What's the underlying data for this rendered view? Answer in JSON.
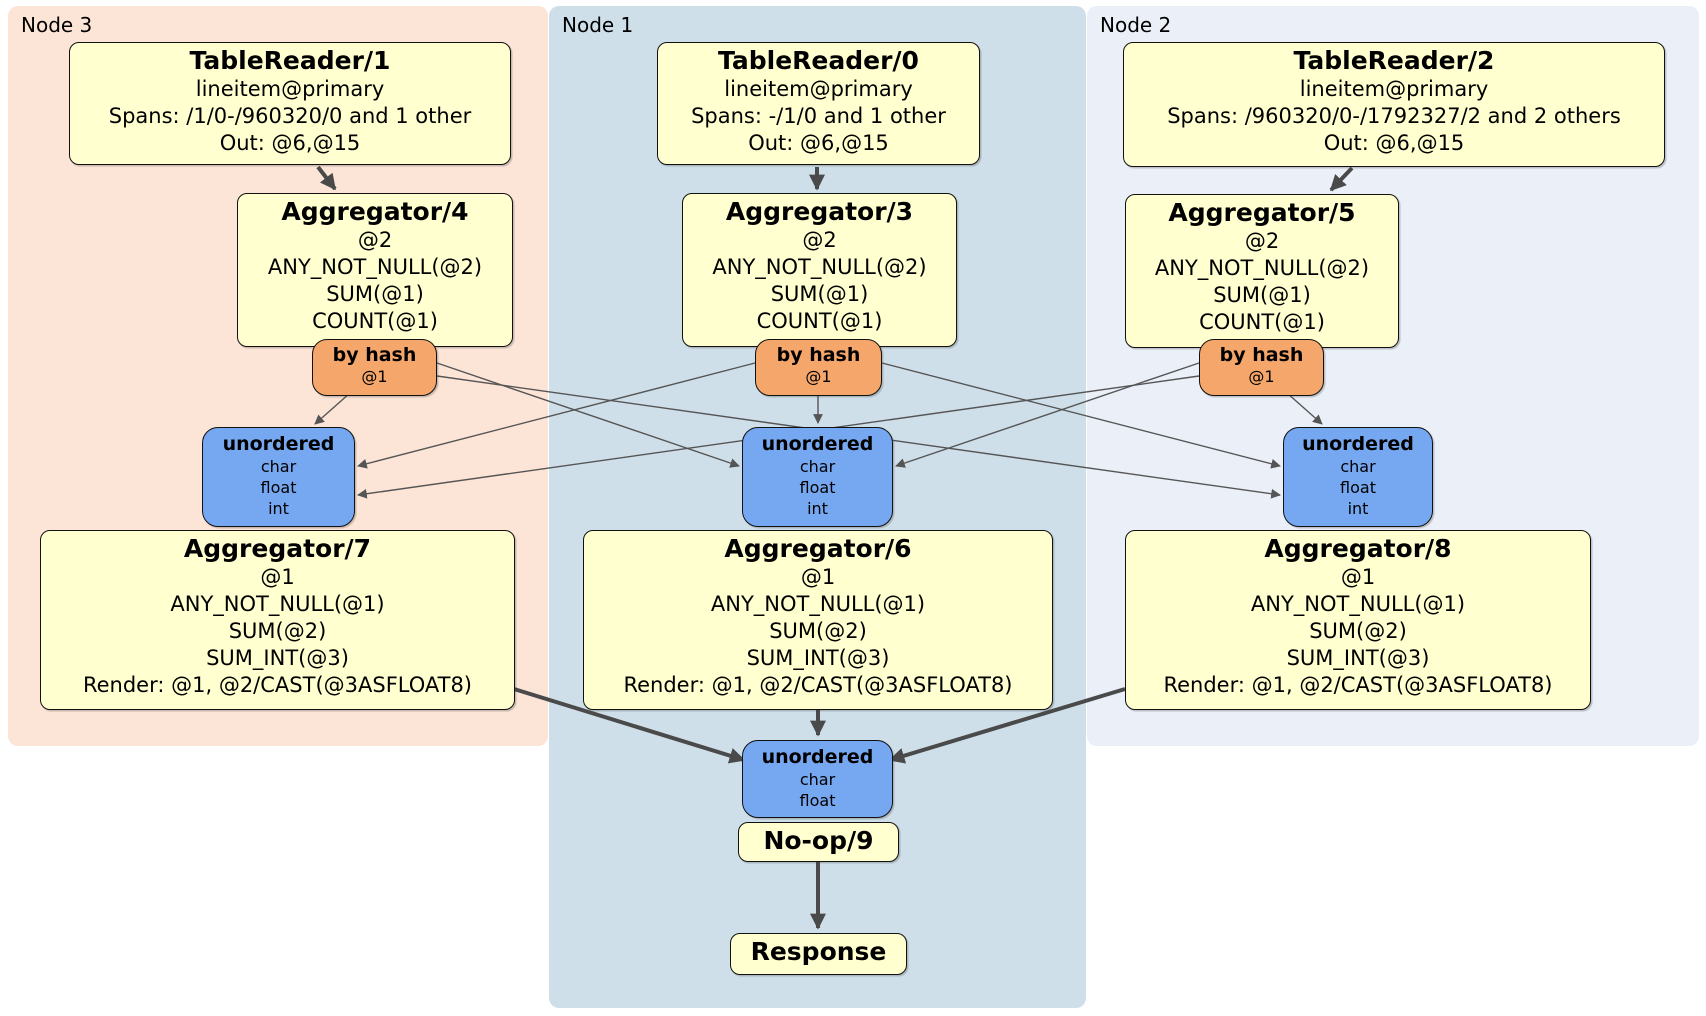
{
  "regions": {
    "node3": {
      "label": "Node 3",
      "color": "#fce4d6"
    },
    "node1": {
      "label": "Node 1",
      "color": "#cfdfe9"
    },
    "node2": {
      "label": "Node 2",
      "color": "#eaeff8"
    }
  },
  "colors": {
    "processor_fill": "#ffffcf",
    "router_fill": "#f5a66a",
    "sync_fill": "#76a7f1",
    "edge": "#4a4a4a"
  },
  "nodes": {
    "tr1": {
      "title": "TableReader/1",
      "lines": [
        "lineitem@primary",
        "Spans: /1/0-/960320/0 and 1 other",
        "Out: @6,@15"
      ]
    },
    "tr0": {
      "title": "TableReader/0",
      "lines": [
        "lineitem@primary",
        "Spans: -/1/0 and 1 other",
        "Out: @6,@15"
      ]
    },
    "tr2": {
      "title": "TableReader/2",
      "lines": [
        "lineitem@primary",
        "Spans: /960320/0-/1792327/2 and 2 others",
        "Out: @6,@15"
      ]
    },
    "agg4": {
      "title": "Aggregator/4",
      "lines": [
        "@2",
        "ANY_NOT_NULL(@2)",
        "SUM(@1)",
        "COUNT(@1)"
      ]
    },
    "agg3": {
      "title": "Aggregator/3",
      "lines": [
        "@2",
        "ANY_NOT_NULL(@2)",
        "SUM(@1)",
        "COUNT(@1)"
      ]
    },
    "agg5": {
      "title": "Aggregator/5",
      "lines": [
        "@2",
        "ANY_NOT_NULL(@2)",
        "SUM(@1)",
        "COUNT(@1)"
      ]
    },
    "router3": {
      "title": "by hash",
      "lines": [
        "@1"
      ]
    },
    "router1": {
      "title": "by hash",
      "lines": [
        "@1"
      ]
    },
    "router2": {
      "title": "by hash",
      "lines": [
        "@1"
      ]
    },
    "sync3": {
      "title": "unordered",
      "lines": [
        "char",
        "float",
        "int"
      ]
    },
    "sync1": {
      "title": "unordered",
      "lines": [
        "char",
        "float",
        "int"
      ]
    },
    "sync2": {
      "title": "unordered",
      "lines": [
        "char",
        "float",
        "int"
      ]
    },
    "agg7": {
      "title": "Aggregator/7",
      "lines": [
        "@1",
        "ANY_NOT_NULL(@1)",
        "SUM(@2)",
        "SUM_INT(@3)",
        "Render: @1, @2/CAST(@3ASFLOAT8)"
      ]
    },
    "agg6": {
      "title": "Aggregator/6",
      "lines": [
        "@1",
        "ANY_NOT_NULL(@1)",
        "SUM(@2)",
        "SUM_INT(@3)",
        "Render: @1, @2/CAST(@3ASFLOAT8)"
      ]
    },
    "agg8": {
      "title": "Aggregator/8",
      "lines": [
        "@1",
        "ANY_NOT_NULL(@1)",
        "SUM(@2)",
        "SUM_INT(@3)",
        "Render: @1, @2/CAST(@3ASFLOAT8)"
      ]
    },
    "sync_out": {
      "title": "unordered",
      "lines": [
        "char",
        "float"
      ]
    },
    "noop": {
      "title": "No-op/9"
    },
    "response": {
      "title": "Response"
    }
  },
  "edges": [
    {
      "from": "TableReader/1",
      "to": "Aggregator/4",
      "style": "thick"
    },
    {
      "from": "TableReader/0",
      "to": "Aggregator/3",
      "style": "thick"
    },
    {
      "from": "TableReader/2",
      "to": "Aggregator/5",
      "style": "thick"
    },
    {
      "from": "by hash (Node 3)",
      "to": "unordered (Node 3)",
      "style": "thin"
    },
    {
      "from": "by hash (Node 3)",
      "to": "unordered (Node 1)",
      "style": "thin"
    },
    {
      "from": "by hash (Node 3)",
      "to": "unordered (Node 2)",
      "style": "thin"
    },
    {
      "from": "by hash (Node 1)",
      "to": "unordered (Node 3)",
      "style": "thin"
    },
    {
      "from": "by hash (Node 1)",
      "to": "unordered (Node 1)",
      "style": "thin"
    },
    {
      "from": "by hash (Node 1)",
      "to": "unordered (Node 2)",
      "style": "thin"
    },
    {
      "from": "by hash (Node 2)",
      "to": "unordered (Node 3)",
      "style": "thin"
    },
    {
      "from": "by hash (Node 2)",
      "to": "unordered (Node 1)",
      "style": "thin"
    },
    {
      "from": "by hash (Node 2)",
      "to": "unordered (Node 2)",
      "style": "thin"
    },
    {
      "from": "Aggregator/7",
      "to": "unordered (final)",
      "style": "thick"
    },
    {
      "from": "Aggregator/6",
      "to": "unordered (final)",
      "style": "thick"
    },
    {
      "from": "Aggregator/8",
      "to": "unordered (final)",
      "style": "thick"
    },
    {
      "from": "No-op/9",
      "to": "Response",
      "style": "thick"
    }
  ]
}
